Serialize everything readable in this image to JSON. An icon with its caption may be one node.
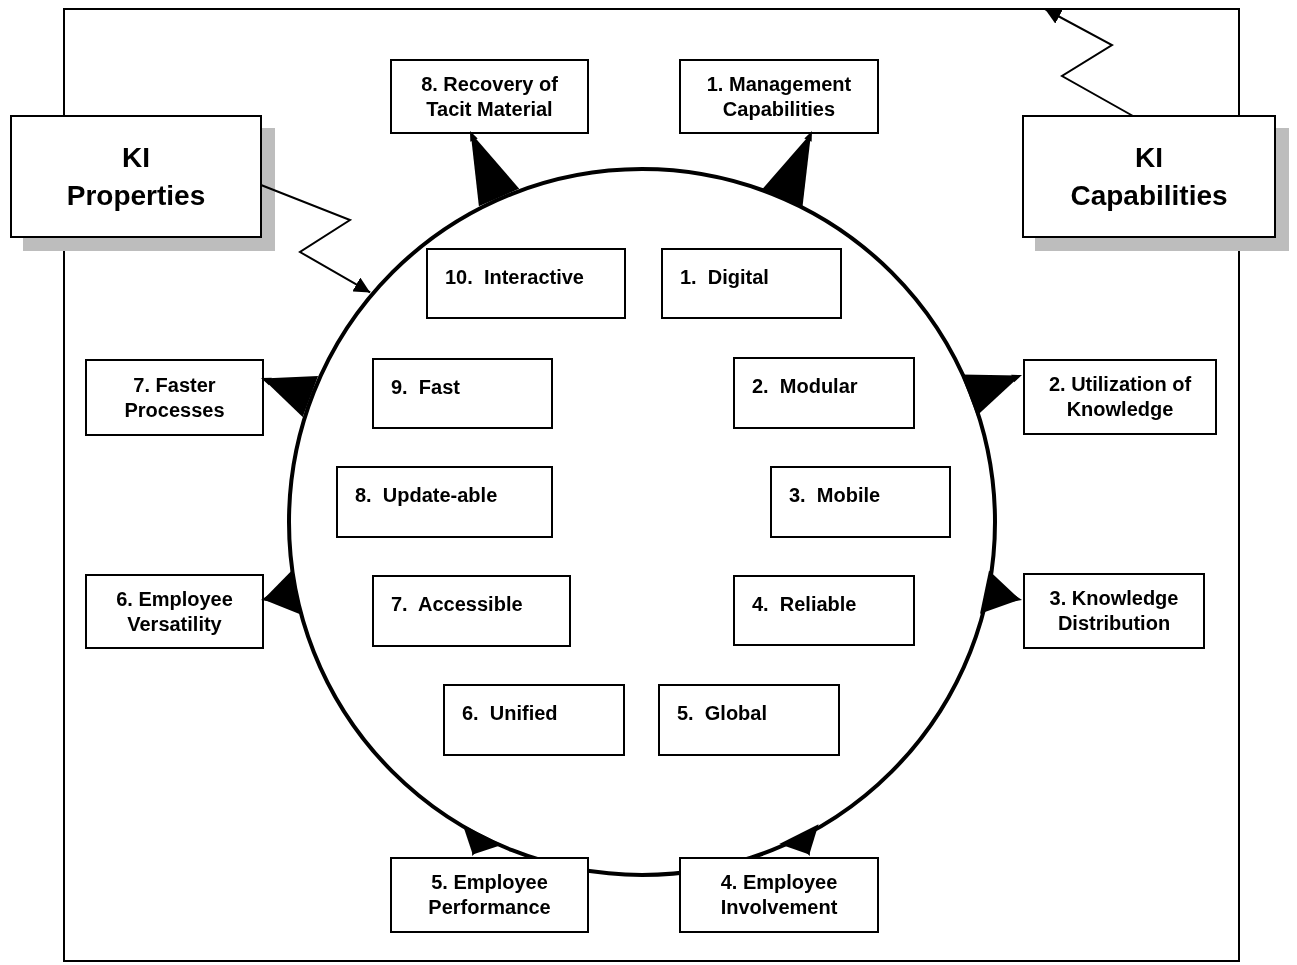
{
  "diagram": {
    "nodes": [
      {
        "text": [],
        "shape": "box"
      },
      {
        "text": [
          "KI Properties"
        ]
      },
      {
        "text": [
          "KI Capabilities"
        ]
      },
      {
        "text": [],
        "shape": "circle",
        "in": 0
      },
      {
        "text": [
          "8. Recovery of Tacit Material"
        ],
        "in": 0
      },
      {
        "text": [
          "1. Management Capabilities"
        ],
        "in": 0
      },
      {
        "text": [
          "10.  Interactive"
        ],
        "in": 3
      },
      {
        "text": [
          "1.  Digital"
        ],
        "in": 3
      },
      {
        "text": [
          "7. Faster Processes"
        ],
        "in": 0
      },
      {
        "text": [
          "9.  Fast"
        ],
        "in": 3
      },
      {
        "text": [
          "2.  Modular"
        ],
        "in": 3
      },
      {
        "text": [
          "2. Utilization of Knowledge"
        ],
        "in": 0
      },
      {
        "text": [
          "8.  Update-able"
        ],
        "in": 3
      },
      {
        "text": [
          "3.  Mobile"
        ],
        "in": 3
      },
      {
        "text": [
          "6. Employee Versatility"
        ],
        "in": 0
      },
      {
        "text": [
          "7.  Accessible"
        ],
        "in": 3
      },
      {
        "text": [
          "4.  Reliable"
        ],
        "in": 3
      },
      {
        "text": [
          "3. Knowledge Distribution"
        ],
        "in": 0
      },
      {
        "text": [
          "6.  Unified"
        ],
        "in": 3
      },
      {
        "text": [
          "5.  Global"
        ],
        "in": 3
      },
      {
        "text": [
          "5. Employee Performance"
        ],
        "in": 0
      },
      {
        "text": [
          "4. Employee Involvement"
        ],
        "in": 0
      }
    ],
    "edges": [
      {
        "from": 1,
        "to": 3,
        "arrow": "to"
      },
      {
        "from": 2,
        "to": 0,
        "arrow": "to"
      },
      {
        "from": 4,
        "to": 3,
        "arrow": "both"
      },
      {
        "from": 5,
        "to": 3,
        "arrow": "both"
      },
      {
        "from": 11,
        "to": 3,
        "arrow": "both"
      },
      {
        "from": 17,
        "to": 3,
        "arrow": "both"
      },
      {
        "from": 21,
        "to": 3,
        "arrow": "both"
      },
      {
        "from": 20,
        "to": 3,
        "arrow": "both"
      },
      {
        "from": 14,
        "to": 3,
        "arrow": "both"
      },
      {
        "from": 8,
        "to": 3,
        "arrow": "both"
      }
    ]
  }
}
